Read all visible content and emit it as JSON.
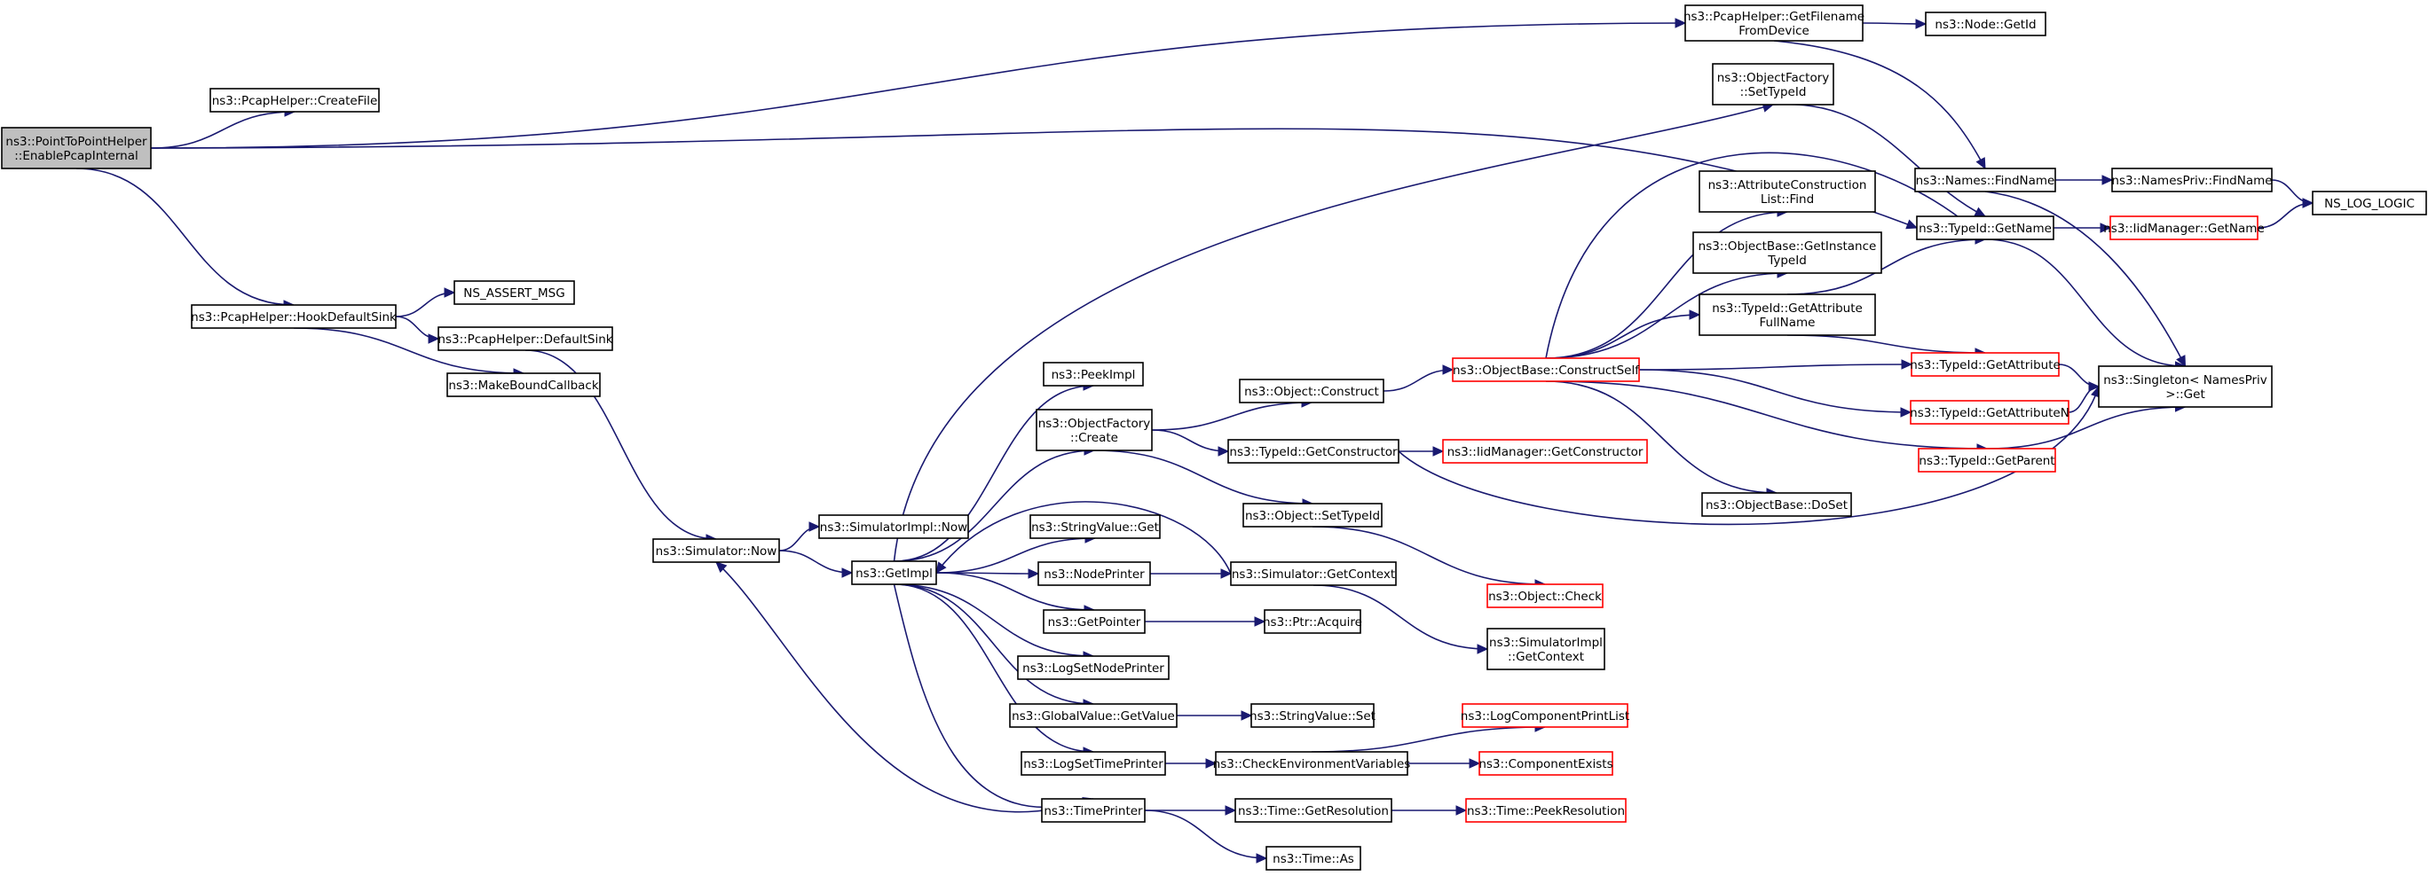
{
  "diagram": {
    "kind": "call-graph",
    "style": {
      "edge_color": "#191970",
      "node_border_default": "#000000",
      "node_border_truncated": "#ff0000",
      "node_fill": "#ffffff",
      "root_fill": "#bfbfbf"
    },
    "nodes": [
      {
        "id": "root",
        "lines": [
          "ns3::PointToPointHelper",
          "::EnablePcapInternal"
        ],
        "highlight": true
      },
      {
        "id": "createfile",
        "lines": [
          "ns3::PcapHelper::CreateFile"
        ]
      },
      {
        "id": "getfilename",
        "lines": [
          "ns3::PcapHelper::GetFilename",
          "FromDevice"
        ]
      },
      {
        "id": "nodegetid",
        "lines": [
          "ns3::Node::GetId"
        ]
      },
      {
        "id": "hookdefaultsink",
        "lines": [
          "ns3::PcapHelper::HookDefaultSink"
        ]
      },
      {
        "id": "nsassertmsg",
        "lines": [
          "NS_ASSERT_MSG"
        ]
      },
      {
        "id": "defaultsink",
        "lines": [
          "ns3::PcapHelper::DefaultSink"
        ]
      },
      {
        "id": "makeboundcallback",
        "lines": [
          "ns3::MakeBoundCallback"
        ]
      },
      {
        "id": "simnow",
        "lines": [
          "ns3::Simulator::Now"
        ]
      },
      {
        "id": "simimplnow",
        "lines": [
          "ns3::SimulatorImpl::Now"
        ]
      },
      {
        "id": "getimpl",
        "lines": [
          "ns3::GetImpl"
        ]
      },
      {
        "id": "peekimpl",
        "lines": [
          "ns3::PeekImpl"
        ]
      },
      {
        "id": "ofcreate",
        "lines": [
          "ns3::ObjectFactory",
          "::Create"
        ]
      },
      {
        "id": "stringvalueget",
        "lines": [
          "ns3::StringValue::Get"
        ]
      },
      {
        "id": "nodeprinter",
        "lines": [
          "ns3::NodePrinter"
        ]
      },
      {
        "id": "getpointer",
        "lines": [
          "ns3::GetPointer"
        ]
      },
      {
        "id": "logsetnodeprinter",
        "lines": [
          "ns3::LogSetNodePrinter"
        ]
      },
      {
        "id": "globalvalueget",
        "lines": [
          "ns3::GlobalValue::GetValue"
        ]
      },
      {
        "id": "logsettimeprinter",
        "lines": [
          "ns3::LogSetTimePrinter"
        ]
      },
      {
        "id": "timeprinter",
        "lines": [
          "ns3::TimePrinter"
        ]
      },
      {
        "id": "ofsettypeid",
        "lines": [
          "ns3::ObjectFactory",
          "::SetTypeId"
        ]
      },
      {
        "id": "objconstruct",
        "lines": [
          "ns3::Object::Construct"
        ]
      },
      {
        "id": "typeidgetconstructor",
        "lines": [
          "ns3::TypeId::GetConstructor"
        ]
      },
      {
        "id": "objsettypeid",
        "lines": [
          "ns3::Object::SetTypeId"
        ]
      },
      {
        "id": "simgetcontext",
        "lines": [
          "ns3::Simulator::GetContext"
        ]
      },
      {
        "id": "ptracquire",
        "lines": [
          "ns3::Ptr::Acquire"
        ]
      },
      {
        "id": "stringvalueset",
        "lines": [
          "ns3::StringValue::Set"
        ]
      },
      {
        "id": "checkenvvars",
        "lines": [
          "ns3::CheckEnvironmentVariables"
        ]
      },
      {
        "id": "timegetresolution",
        "lines": [
          "ns3::Time::GetResolution"
        ]
      },
      {
        "id": "timeas",
        "lines": [
          "ns3::Time::As"
        ]
      },
      {
        "id": "constructself",
        "lines": [
          "ns3::ObjectBase::ConstructSelf"
        ],
        "truncated": true
      },
      {
        "id": "iidgetconstructor",
        "lines": [
          "ns3::IidManager::GetConstructor"
        ],
        "truncated": true
      },
      {
        "id": "objcheck",
        "lines": [
          "ns3::Object::Check"
        ],
        "truncated": true
      },
      {
        "id": "simimplgetcontext",
        "lines": [
          "ns3::SimulatorImpl",
          "::GetContext"
        ]
      },
      {
        "id": "logcompprintlist",
        "lines": [
          "ns3::LogComponentPrintList"
        ],
        "truncated": true
      },
      {
        "id": "compexists",
        "lines": [
          "ns3::ComponentExists"
        ],
        "truncated": true
      },
      {
        "id": "peekresolution",
        "lines": [
          "ns3::Time::PeekResolution"
        ],
        "truncated": true
      },
      {
        "id": "attrconstrfind",
        "lines": [
          "ns3::AttributeConstruction",
          "List::Find"
        ]
      },
      {
        "id": "getinstancetypeid",
        "lines": [
          "ns3::ObjectBase::GetInstance",
          "TypeId"
        ]
      },
      {
        "id": "getattrfullname",
        "lines": [
          "ns3::TypeId::GetAttribute",
          "FullName"
        ]
      },
      {
        "id": "dosetobj",
        "lines": [
          "ns3::ObjectBase::DoSet"
        ]
      },
      {
        "id": "namesfindname",
        "lines": [
          "ns3::Names::FindName"
        ]
      },
      {
        "id": "typeidgetname",
        "lines": [
          "ns3::TypeId::GetName"
        ]
      },
      {
        "id": "typeidgetattribute",
        "lines": [
          "ns3::TypeId::GetAttribute"
        ],
        "truncated": true
      },
      {
        "id": "typeidgetattributen",
        "lines": [
          "ns3::TypeId::GetAttributeN"
        ],
        "truncated": true
      },
      {
        "id": "typeidgetparent",
        "lines": [
          "ns3::TypeId::GetParent"
        ],
        "truncated": true
      },
      {
        "id": "namesprivfindname",
        "lines": [
          "ns3::NamesPriv::FindName"
        ]
      },
      {
        "id": "iidgetname",
        "lines": [
          "ns3::IidManager::GetName"
        ],
        "truncated": true
      },
      {
        "id": "singletonget",
        "lines": [
          "ns3::Singleton< NamesPriv",
          " >::Get"
        ]
      },
      {
        "id": "nslog",
        "lines": [
          "NS_LOG_LOGIC"
        ]
      }
    ],
    "edges": [
      {
        "from": "root",
        "to": "createfile"
      },
      {
        "from": "root",
        "to": "getfilename"
      },
      {
        "from": "root",
        "to": "hookdefaultsink"
      },
      {
        "from": "root",
        "to": "typeidgetname"
      },
      {
        "from": "getfilename",
        "to": "nodegetid"
      },
      {
        "from": "getfilename",
        "to": "namesfindname"
      },
      {
        "from": "hookdefaultsink",
        "to": "nsassertmsg"
      },
      {
        "from": "hookdefaultsink",
        "to": "defaultsink"
      },
      {
        "from": "hookdefaultsink",
        "to": "makeboundcallback"
      },
      {
        "from": "defaultsink",
        "to": "simnow"
      },
      {
        "from": "simnow",
        "to": "simimplnow"
      },
      {
        "from": "simnow",
        "to": "getimpl"
      },
      {
        "from": "getimpl",
        "to": "peekimpl"
      },
      {
        "from": "getimpl",
        "to": "ofcreate"
      },
      {
        "from": "getimpl",
        "to": "stringvalueget"
      },
      {
        "from": "getimpl",
        "to": "nodeprinter"
      },
      {
        "from": "getimpl",
        "to": "getpointer"
      },
      {
        "from": "getimpl",
        "to": "logsetnodeprinter"
      },
      {
        "from": "getimpl",
        "to": "globalvalueget"
      },
      {
        "from": "getimpl",
        "to": "logsettimeprinter"
      },
      {
        "from": "getimpl",
        "to": "timeprinter"
      },
      {
        "from": "getimpl",
        "to": "ofsettypeid"
      },
      {
        "from": "timeprinter",
        "to": "simnow"
      },
      {
        "from": "simgetcontext",
        "to": "getimpl"
      },
      {
        "from": "ofcreate",
        "to": "objconstruct"
      },
      {
        "from": "ofcreate",
        "to": "typeidgetconstructor"
      },
      {
        "from": "ofcreate",
        "to": "objsettypeid"
      },
      {
        "from": "nodeprinter",
        "to": "simgetcontext"
      },
      {
        "from": "getpointer",
        "to": "ptracquire"
      },
      {
        "from": "globalvalueget",
        "to": "stringvalueset"
      },
      {
        "from": "logsettimeprinter",
        "to": "checkenvvars"
      },
      {
        "from": "timeprinter",
        "to": "timegetresolution"
      },
      {
        "from": "timeprinter",
        "to": "timeas"
      },
      {
        "from": "objconstruct",
        "to": "constructself"
      },
      {
        "from": "typeidgetconstructor",
        "to": "iidgetconstructor"
      },
      {
        "from": "typeidgetconstructor",
        "to": "singletonget"
      },
      {
        "from": "objsettypeid",
        "to": "objcheck"
      },
      {
        "from": "simgetcontext",
        "to": "simimplgetcontext"
      },
      {
        "from": "checkenvvars",
        "to": "logcompprintlist"
      },
      {
        "from": "checkenvvars",
        "to": "compexists"
      },
      {
        "from": "timegetresolution",
        "to": "peekresolution"
      },
      {
        "from": "ofsettypeid",
        "to": "typeidgetname"
      },
      {
        "from": "constructself",
        "to": "attrconstrfind"
      },
      {
        "from": "constructself",
        "to": "getinstancetypeid"
      },
      {
        "from": "constructself",
        "to": "getattrfullname"
      },
      {
        "from": "constructself",
        "to": "typeidgetattribute"
      },
      {
        "from": "constructself",
        "to": "typeidgetattributen"
      },
      {
        "from": "constructself",
        "to": "typeidgetparent"
      },
      {
        "from": "constructself",
        "to": "dosetobj"
      },
      {
        "from": "constructself",
        "to": "typeidgetname"
      },
      {
        "from": "getattrfullname",
        "to": "typeidgetname"
      },
      {
        "from": "getattrfullname",
        "to": "typeidgetattribute"
      },
      {
        "from": "namesfindname",
        "to": "namesprivfindname"
      },
      {
        "from": "namesfindname",
        "to": "singletonget"
      },
      {
        "from": "namesprivfindname",
        "to": "nslog"
      },
      {
        "from": "typeidgetname",
        "to": "iidgetname"
      },
      {
        "from": "typeidgetname",
        "to": "singletonget"
      },
      {
        "from": "iidgetname",
        "to": "nslog"
      },
      {
        "from": "typeidgetattribute",
        "to": "singletonget"
      },
      {
        "from": "typeidgetattributen",
        "to": "singletonget"
      },
      {
        "from": "typeidgetparent",
        "to": "singletonget"
      }
    ]
  }
}
